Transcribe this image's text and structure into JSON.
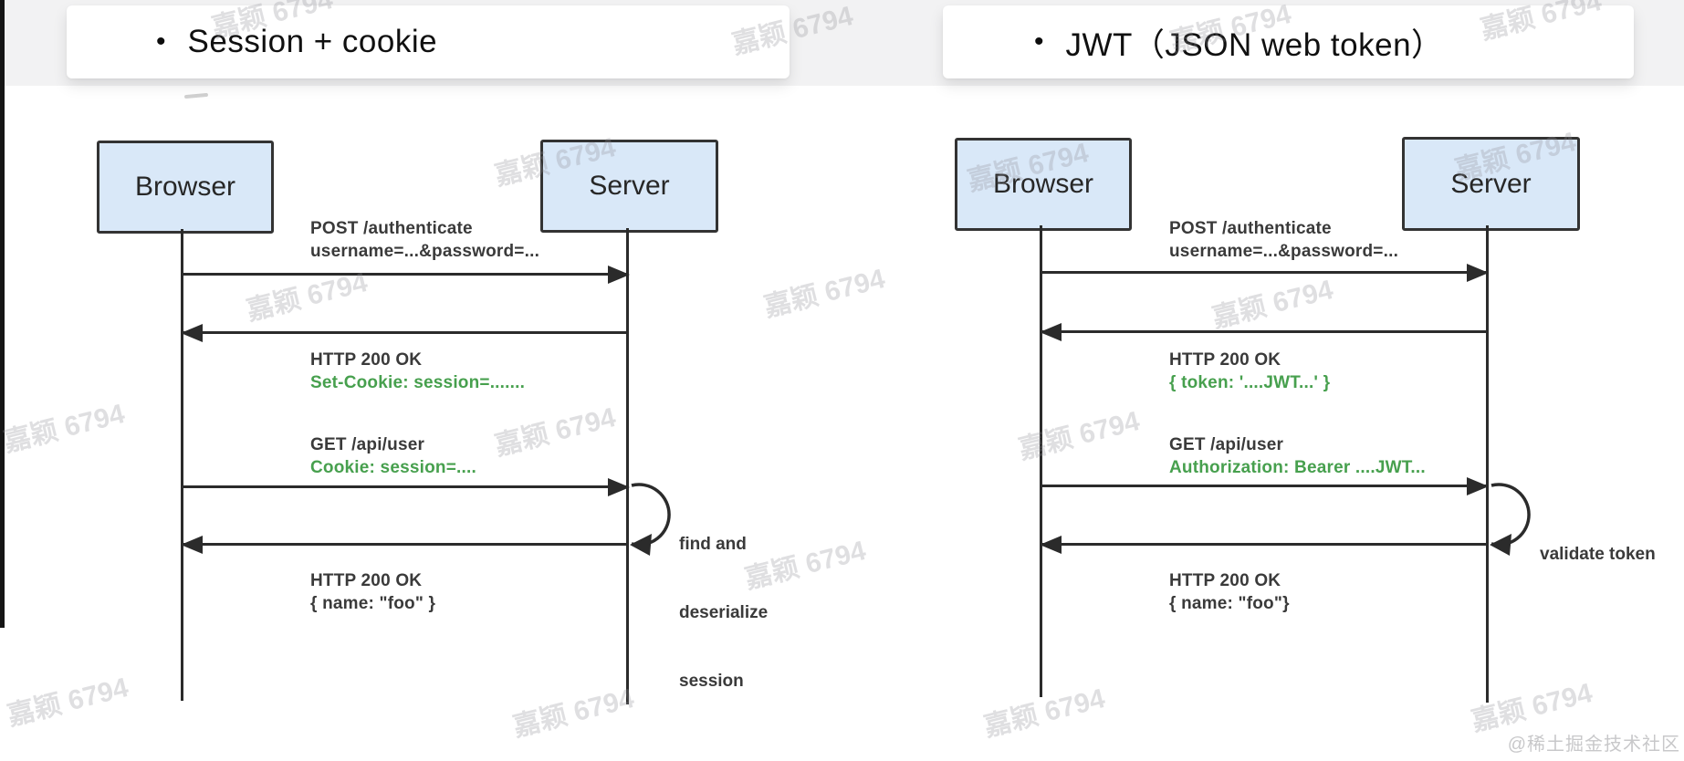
{
  "colors": {
    "green": "#47a04e",
    "box_fill": "#d9e8f8",
    "box_border": "#333333",
    "line": "#2b2b2b"
  },
  "watermark": {
    "text": "嘉颖 6794"
  },
  "credit": {
    "text": "@稀土掘金技术社区"
  },
  "left": {
    "bullet": "•",
    "title": "Session + cookie",
    "actors": {
      "left": "Browser",
      "right": "Server"
    },
    "messages": {
      "m1": {
        "l1": "POST /authenticate",
        "l2": "username=...&password=..."
      },
      "m2": {
        "l1": "HTTP 200 OK",
        "l2": "Set-Cookie: session=......."
      },
      "m3": {
        "l1": "GET /api/user",
        "l2": "Cookie: session=...."
      },
      "m4": {
        "l1": "HTTP 200 OK",
        "l2": "{ name: \"foo\" }"
      }
    },
    "loop": {
      "l1": "find and",
      "l2": "deserialize",
      "l3": "session"
    }
  },
  "right": {
    "bullet": "•",
    "title": "JWT（JSON web token）",
    "actors": {
      "left": "Browser",
      "right": "Server"
    },
    "messages": {
      "m1": {
        "l1": "POST /authenticate",
        "l2": "username=...&password=..."
      },
      "m2": {
        "l1": "HTTP 200 OK",
        "l2": "{ token: '....JWT...' }"
      },
      "m3": {
        "l1": "GET /api/user",
        "l2": "Authorization: Bearer ....JWT..."
      },
      "m4": {
        "l1": "HTTP 200 OK",
        "l2": "{ name: \"foo\"}"
      }
    },
    "loop": {
      "l1": "validate token"
    }
  }
}
